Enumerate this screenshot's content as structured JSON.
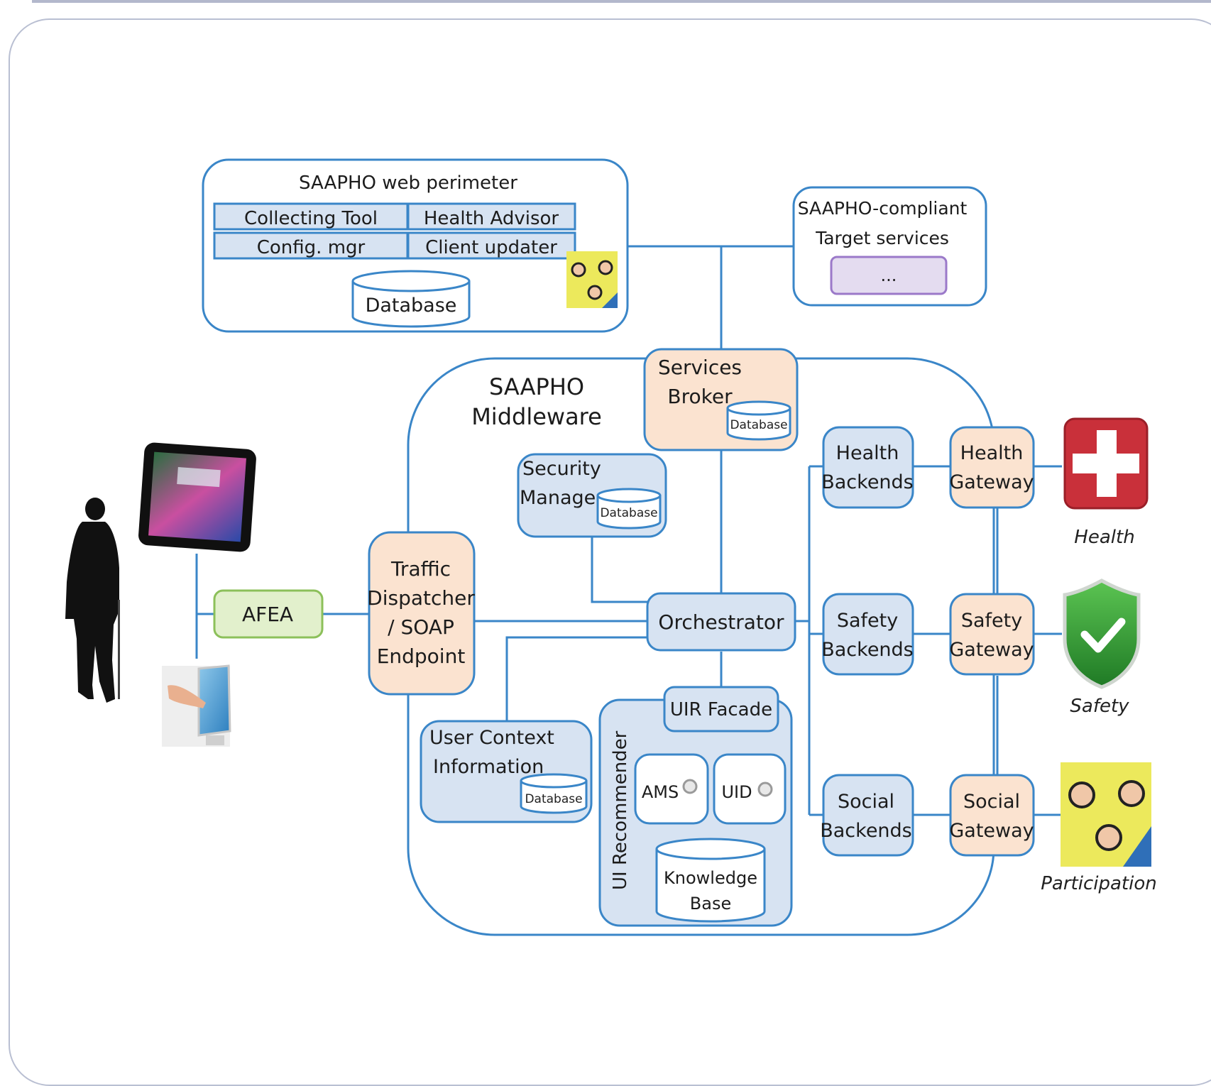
{
  "web_perimeter": {
    "title": "SAAPHO web perimeter",
    "tools": [
      "Collecting Tool",
      "Health Advisor",
      "Config. mgr",
      "Client updater"
    ],
    "database": "Database"
  },
  "target_services": {
    "title_line1": "SAAPHO-compliant",
    "title_line2": "Target services",
    "placeholder": "..."
  },
  "middleware": {
    "line1": "SAAPHO",
    "line2": "Middleware"
  },
  "services_broker": {
    "line1": "Services",
    "line2": "Broker",
    "db": "Database"
  },
  "security_manager": {
    "line1": "Security",
    "line2": "Manager",
    "db": "Database"
  },
  "traffic_dispatcher": {
    "lines": [
      "Traffic",
      "Dispatcher",
      "/ SOAP",
      "Endpoint"
    ]
  },
  "afea": "AFEA",
  "orchestrator": "Orchestrator",
  "user_context": {
    "line1": "User Context",
    "line2": "Information",
    "db": "Database"
  },
  "ui_recommender": {
    "vertical_label": "UI Recommender",
    "facade": "UIR Facade",
    "ams": "AMS",
    "uid": "UID",
    "knowledge_line1": "Knowledge",
    "knowledge_line2": "Base"
  },
  "backends": [
    {
      "line1": "Health",
      "line2": "Backends"
    },
    {
      "line1": "Safety",
      "line2": "Backends"
    },
    {
      "line1": "Social",
      "line2": "Backends"
    }
  ],
  "gateways": [
    {
      "line1": "Health",
      "line2": "Gateway"
    },
    {
      "line1": "Safety",
      "line2": "Gateway"
    },
    {
      "line1": "Social",
      "line2": "Gateway"
    }
  ],
  "domains": [
    "Health",
    "Safety",
    "Participation"
  ],
  "colors": {
    "line": "#3a86c8",
    "blue_fill": "#d7e3f2",
    "peach_fill": "#fbe3d0",
    "green_fill": "#e2f0cc",
    "green_border": "#8cc05a",
    "violet_fill": "#e4dcf0",
    "violet_border": "#9b79c9",
    "health_red": "#c9303a",
    "safety_green": "#34a53a",
    "participation_yellow": "#ece95c"
  }
}
